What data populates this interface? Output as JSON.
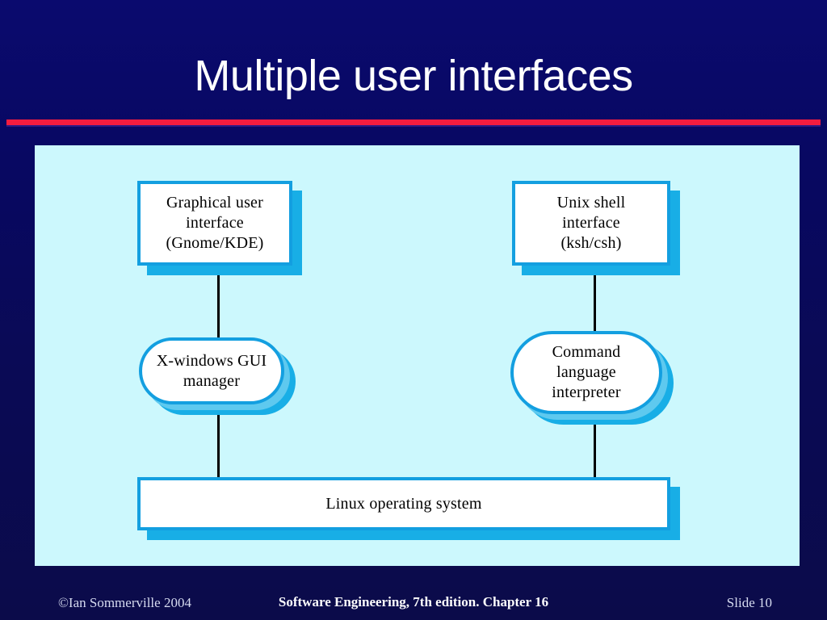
{
  "slide": {
    "title": "Multiple user interfaces",
    "background_color": "#00007e",
    "accent_rule_color": "#f41c3f",
    "panel_color": "#ccf8fd",
    "shape_border_color": "#139fe0",
    "shape_shadow_color": "#18aee6",
    "shape_fill_color": "#ffffff",
    "connector_color": "#000000"
  },
  "diagram": {
    "nodes": [
      {
        "id": "gui",
        "shape": "rectangle",
        "label": "Graphical user\ninterface\n(Gnome/KDE)"
      },
      {
        "id": "shell",
        "shape": "rectangle",
        "label": "Unix shell\ninterface\n(ksh/csh)"
      },
      {
        "id": "xwin",
        "shape": "rounded",
        "label": "X-windows GUI\nmanager"
      },
      {
        "id": "cli",
        "shape": "rounded",
        "label": "Command\nlanguage\ninterpreter"
      },
      {
        "id": "os",
        "shape": "rectangle",
        "label": "Linux operating system"
      }
    ],
    "connections": [
      {
        "from": "gui",
        "to": "xwin"
      },
      {
        "from": "xwin",
        "to": "os"
      },
      {
        "from": "shell",
        "to": "cli"
      },
      {
        "from": "cli",
        "to": "os"
      }
    ]
  },
  "footer": {
    "copyright": "©Ian Sommerville 2004",
    "center": "Software Engineering, 7th edition. Chapter 16",
    "slide_number": "Slide  10"
  }
}
